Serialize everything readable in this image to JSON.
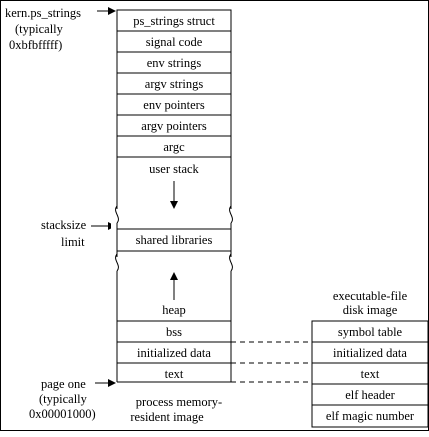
{
  "left_labels": {
    "kern_ps_strings": [
      "kern.ps_strings",
      "(typically",
      "0xbfbfffff)"
    ],
    "stacksize_limit": [
      "stacksize",
      "limit"
    ],
    "page_one": [
      "page one",
      "(typically",
      "0x00001000)"
    ]
  },
  "process_image": {
    "top_cells": [
      "ps_strings struct",
      "signal code",
      "env strings",
      "argv strings",
      "env pointers",
      "argv pointers",
      "argc"
    ],
    "user_stack": "user stack",
    "shared_libraries": "shared libraries",
    "heap": "heap",
    "bottom_cells": [
      "bss",
      "initialized data",
      "text"
    ],
    "caption": [
      "process memory-",
      "resident image"
    ]
  },
  "disk_image": {
    "title": [
      "executable-file",
      "disk image"
    ],
    "cells": [
      "symbol table",
      "initialized data",
      "text",
      "elf header",
      "elf magic number"
    ]
  }
}
